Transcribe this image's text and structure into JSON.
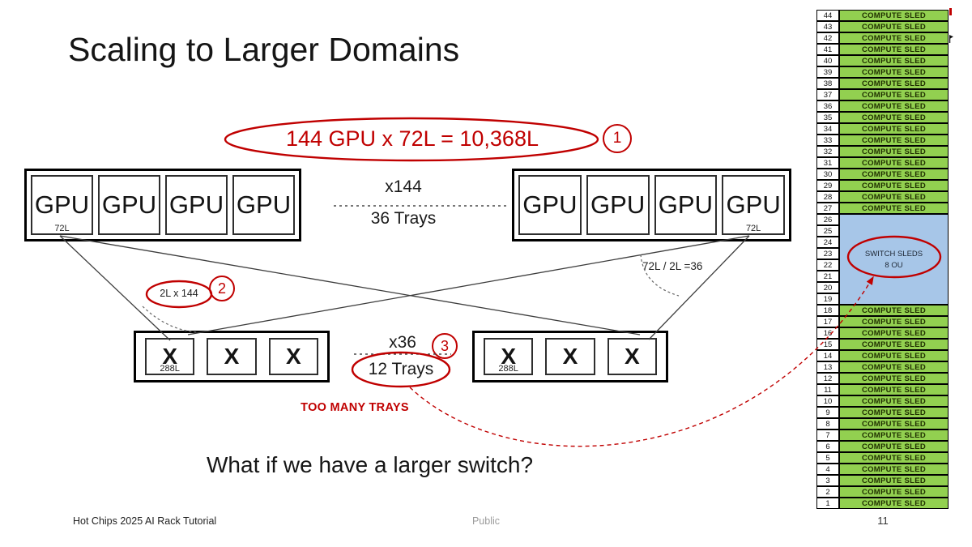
{
  "title": "Scaling to Larger Domains",
  "equation": {
    "text": "144 GPU x 72L = 10,368L",
    "badge": "1"
  },
  "gpu_link": {
    "count": "x144",
    "trays": "36 Trays"
  },
  "switch_link": {
    "count": "x36",
    "trays": "12 Trays",
    "badge": "3"
  },
  "cable_note": {
    "text": "2L x 144",
    "badge": "2"
  },
  "ratio_note": "72L / 2L =36",
  "warning": "TOO MANY TRAYS",
  "question": "What if we have a larger switch?",
  "trays": {
    "gpu_left": {
      "cells": [
        "GPU",
        "GPU",
        "GPU",
        "GPU"
      ],
      "capacity": "72L"
    },
    "gpu_right": {
      "cells": [
        "GPU",
        "GPU",
        "GPU",
        "GPU"
      ],
      "capacity": "72L"
    },
    "switch_left": {
      "cells": [
        "X",
        "X",
        "X"
      ],
      "capacity": "288L"
    },
    "switch_right": {
      "cells": [
        "X",
        "X",
        "X"
      ],
      "capacity": "288L"
    }
  },
  "rack": {
    "compute_label": "COMPUTE SLED",
    "switch_label": "SWITCH SLEDS",
    "switch_sublabel": "8 OU",
    "top_rows": [
      44,
      43,
      42,
      41,
      40,
      39,
      38,
      37,
      36,
      35,
      34,
      33,
      32,
      31,
      30,
      29,
      28,
      27
    ],
    "switch_rows": [
      26,
      25,
      24,
      23,
      22,
      21,
      20,
      19
    ],
    "bottom_rows": [
      18,
      17,
      16,
      15,
      14,
      13,
      12,
      11,
      10,
      9,
      8,
      7,
      6,
      5,
      4,
      3,
      2,
      1
    ]
  },
  "footer": {
    "left": "Hot Chips 2025 AI Rack Tutorial",
    "center": "Public",
    "page": "11"
  },
  "colors": {
    "red": "#C00000",
    "green": "#92D050",
    "blue": "#A7C6E8"
  }
}
